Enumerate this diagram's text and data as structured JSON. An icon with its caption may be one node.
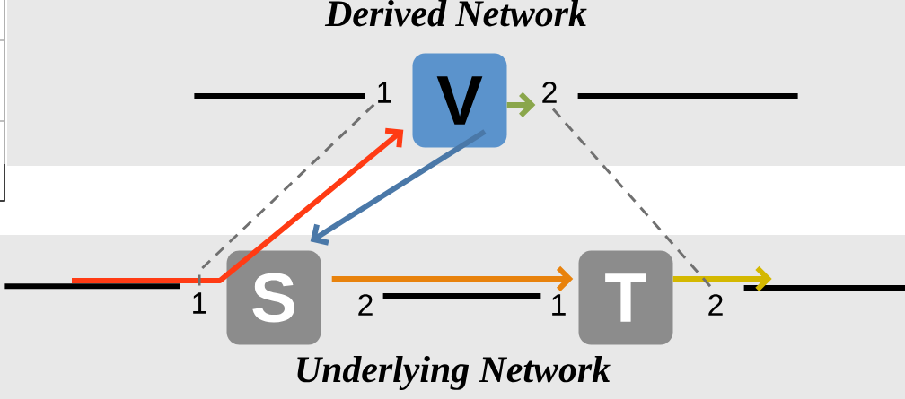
{
  "diagram": {
    "nodes": [
      {
        "text": [
          "Derived Network"
        ]
      },
      {
        "text": [
          "V"
        ],
        "in": 0
      },
      {
        "text": [
          "1"
        ],
        "in": 0
      },
      {
        "text": [
          "2"
        ],
        "in": 0
      },
      {
        "text": [
          "Underlying Network"
        ]
      },
      {
        "text": [
          "S"
        ],
        "in": 4
      },
      {
        "text": [
          "T"
        ],
        "in": 4
      },
      {
        "text": [
          "1"
        ],
        "in": 4
      },
      {
        "text": [
          "2"
        ],
        "in": 4
      },
      {
        "text": [
          "1"
        ],
        "in": 4
      },
      {
        "text": [
          "2"
        ],
        "in": 4
      }
    ],
    "edges": [
      {
        "from": null,
        "to": 1,
        "arrow": "to",
        "color": "#ff3b14"
      },
      {
        "from": 1,
        "to": 5,
        "arrow": "to",
        "color": "#4a78a8"
      },
      {
        "from": 1,
        "to": 3,
        "arrow": "to",
        "color": "#8aa64b"
      },
      {
        "from": 5,
        "to": 6,
        "arrow": "to",
        "color": "#e8820c"
      },
      {
        "from": 6,
        "to": null,
        "arrow": "to",
        "color": "#d4b800"
      },
      {
        "from": null,
        "to": 2,
        "arrow": "none",
        "color": "#000000"
      },
      {
        "from": 3,
        "to": null,
        "arrow": "none",
        "color": "#000000"
      },
      {
        "from": null,
        "to": 7,
        "arrow": "none",
        "color": "#000000"
      },
      {
        "from": 8,
        "to": 9,
        "arrow": "none",
        "color": "#000000"
      },
      {
        "from": 10,
        "to": null,
        "arrow": "none",
        "color": "#000000"
      },
      {
        "from": 2,
        "to": 7,
        "arrow": "none",
        "style": "dashed",
        "color": "#707070"
      },
      {
        "from": 3,
        "to": 10,
        "arrow": "none",
        "style": "dashed",
        "color": "#707070"
      }
    ]
  }
}
